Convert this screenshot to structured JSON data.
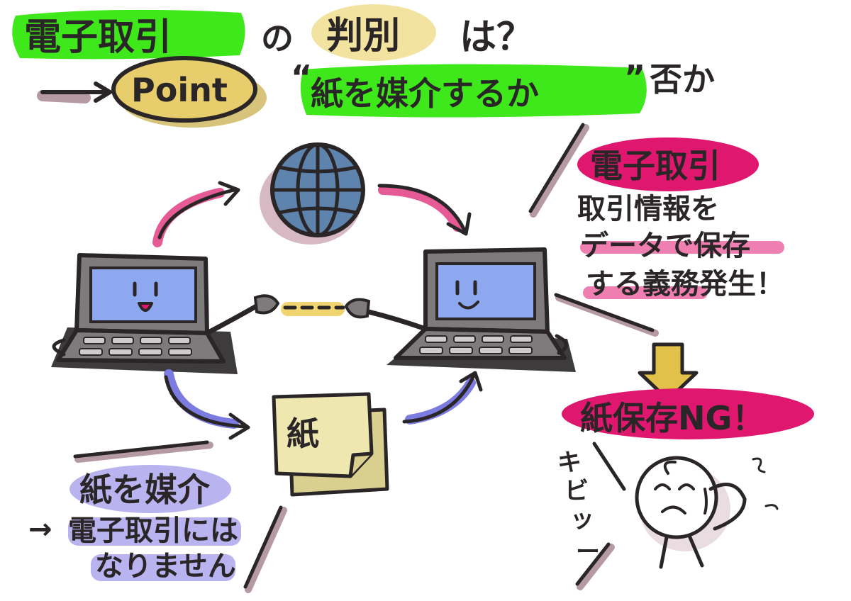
{
  "title": {
    "topic": "電子取引",
    "particle": "の",
    "keyword": "判別",
    "question": "は？"
  },
  "point": {
    "label": "Point",
    "quote_open": "“",
    "criterion": "紙を媒介するか",
    "quote_close": "”",
    "suffix": "否か"
  },
  "diagram": {
    "paper_label": "紙"
  },
  "right_panel": {
    "heading": "電子取引",
    "body_lines": [
      "取引情報を",
      "データで保存",
      "する義務発生！"
    ],
    "result": "紙保存NG！",
    "sound_effect": [
      "キ",
      "ビ",
      "ッ",
      "ー"
    ]
  },
  "left_panel": {
    "heading": "紙を媒介",
    "arrow": "→",
    "lines": [
      "電子取引には",
      "なりません"
    ]
  },
  "colors": {
    "green_marker": "#3ee81a",
    "yellow_marker": "#f2e3a0",
    "pink_marker": "#e0176f",
    "lavender_marker": "#b9b3f0",
    "ink": "#2a2526",
    "screen": "#8ea8f0",
    "laptop_body": "#7d7b7c",
    "globe": "#5e84ad",
    "paper": "#eee7b0",
    "arrow_pink": "#e65a95",
    "arrow_blue": "#7b7be0",
    "shadow_pink": "#c8a6b2"
  },
  "icons": [
    "globe-icon",
    "laptop-icon",
    "paper-icon",
    "worried-face-icon",
    "down-arrow-icon",
    "hand-icon"
  ]
}
